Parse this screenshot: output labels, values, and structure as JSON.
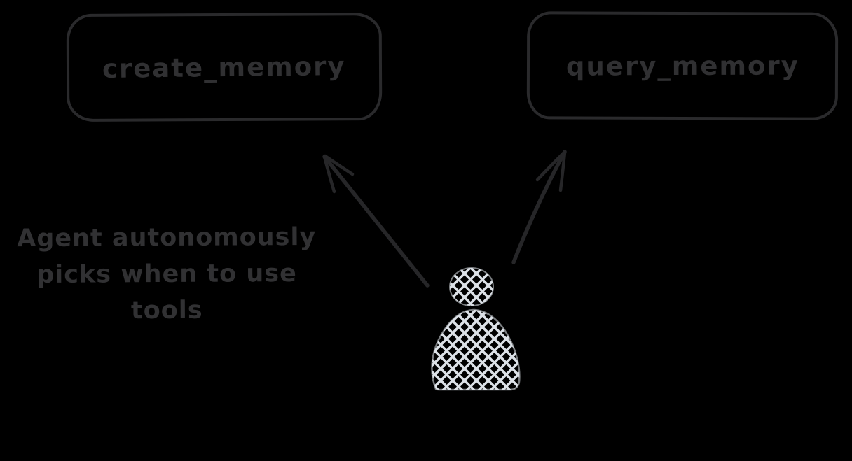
{
  "colors": {
    "background": "#000000",
    "node_stroke": "#2a2a2c",
    "arrow_stroke": "#262628",
    "text": "#313133",
    "person_hatch": "#dce1e7"
  },
  "nodes": [
    {
      "id": "create_memory",
      "label": "create_memory"
    },
    {
      "id": "query_memory",
      "label": "query_memory"
    }
  ],
  "caption": {
    "lines": [
      "Agent autonomously",
      "picks when to use",
      "tools"
    ]
  },
  "arrows": [
    {
      "from": "person",
      "to": "create_memory"
    },
    {
      "from": "person",
      "to": "query_memory"
    }
  ],
  "icons": [
    {
      "name": "person-icon",
      "description": "crosshatched person silhouette"
    }
  ]
}
